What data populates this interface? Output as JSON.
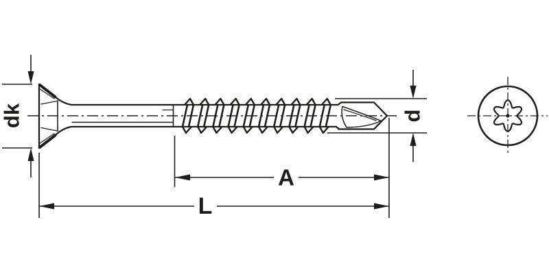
{
  "drawing": {
    "type": "technical-dimension-diagram",
    "subject": "countersunk self-drilling screw, side view with torx drive end view",
    "dimension_labels": {
      "head_diameter": "dk",
      "thread_outer_diameter": "d",
      "thread_length": "A",
      "total_length": "L"
    },
    "colors": {
      "line": "#1d1d1b",
      "background": "#ffffff"
    }
  }
}
